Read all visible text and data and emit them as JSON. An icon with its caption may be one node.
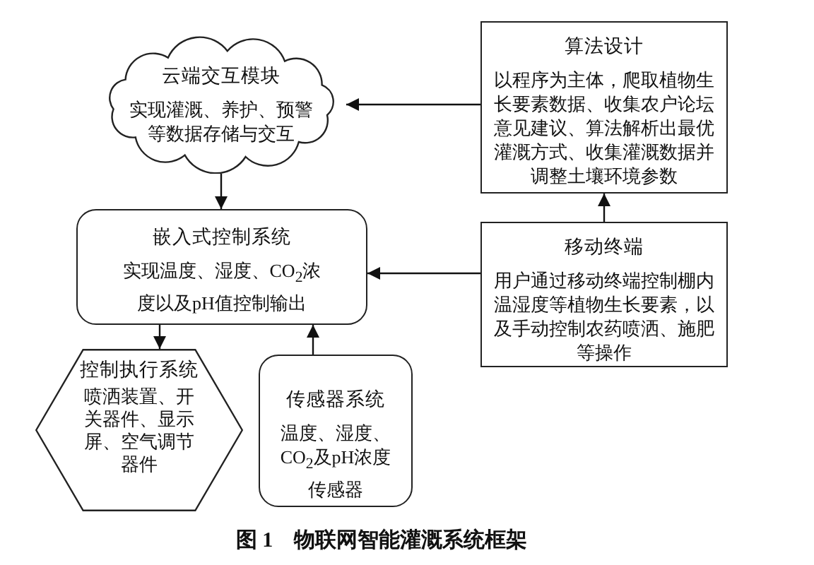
{
  "diagram": {
    "caption": "图 1　物联网智能灌溉系统框架",
    "nodes": [
      {
        "text": [
          "云端交互模块",
          "实现灌溉、养护、预警等数据存储与交互"
        ]
      },
      {
        "text": [
          "算法设计",
          "以程序为主体，爬取植物生长要素数据、收集农户论坛意见建议、算法解析出最优灌溉方式、收集灌溉数据并调整土壤环境参数"
        ]
      },
      {
        "text": [
          "嵌入式控制系统",
          "实现温度、湿度、CO$_{2}$浓度以及pH值控制输出"
        ]
      },
      {
        "text": [
          "移动终端",
          "用户通过移动终端控制棚内温湿度等植物生长要素，以及手动控制农药喷洒、施肥等操作"
        ]
      },
      {
        "text": [
          "控制执行系统",
          "喷洒装置、开关器件、显示屏、空气调节器件"
        ]
      },
      {
        "text": [
          "传感器系统",
          "温度、湿度、CO$_{2}$及pH浓度传感器"
        ]
      }
    ],
    "edges": [
      {
        "from": 1,
        "to": 0,
        "arrow": "to"
      },
      {
        "from": 0,
        "to": 2,
        "arrow": "to"
      },
      {
        "from": 3,
        "to": 1,
        "arrow": "to"
      },
      {
        "from": 3,
        "to": 2,
        "arrow": "to"
      },
      {
        "from": 2,
        "to": 4,
        "arrow": "to"
      },
      {
        "from": 5,
        "to": 2,
        "arrow": "to"
      }
    ]
  }
}
